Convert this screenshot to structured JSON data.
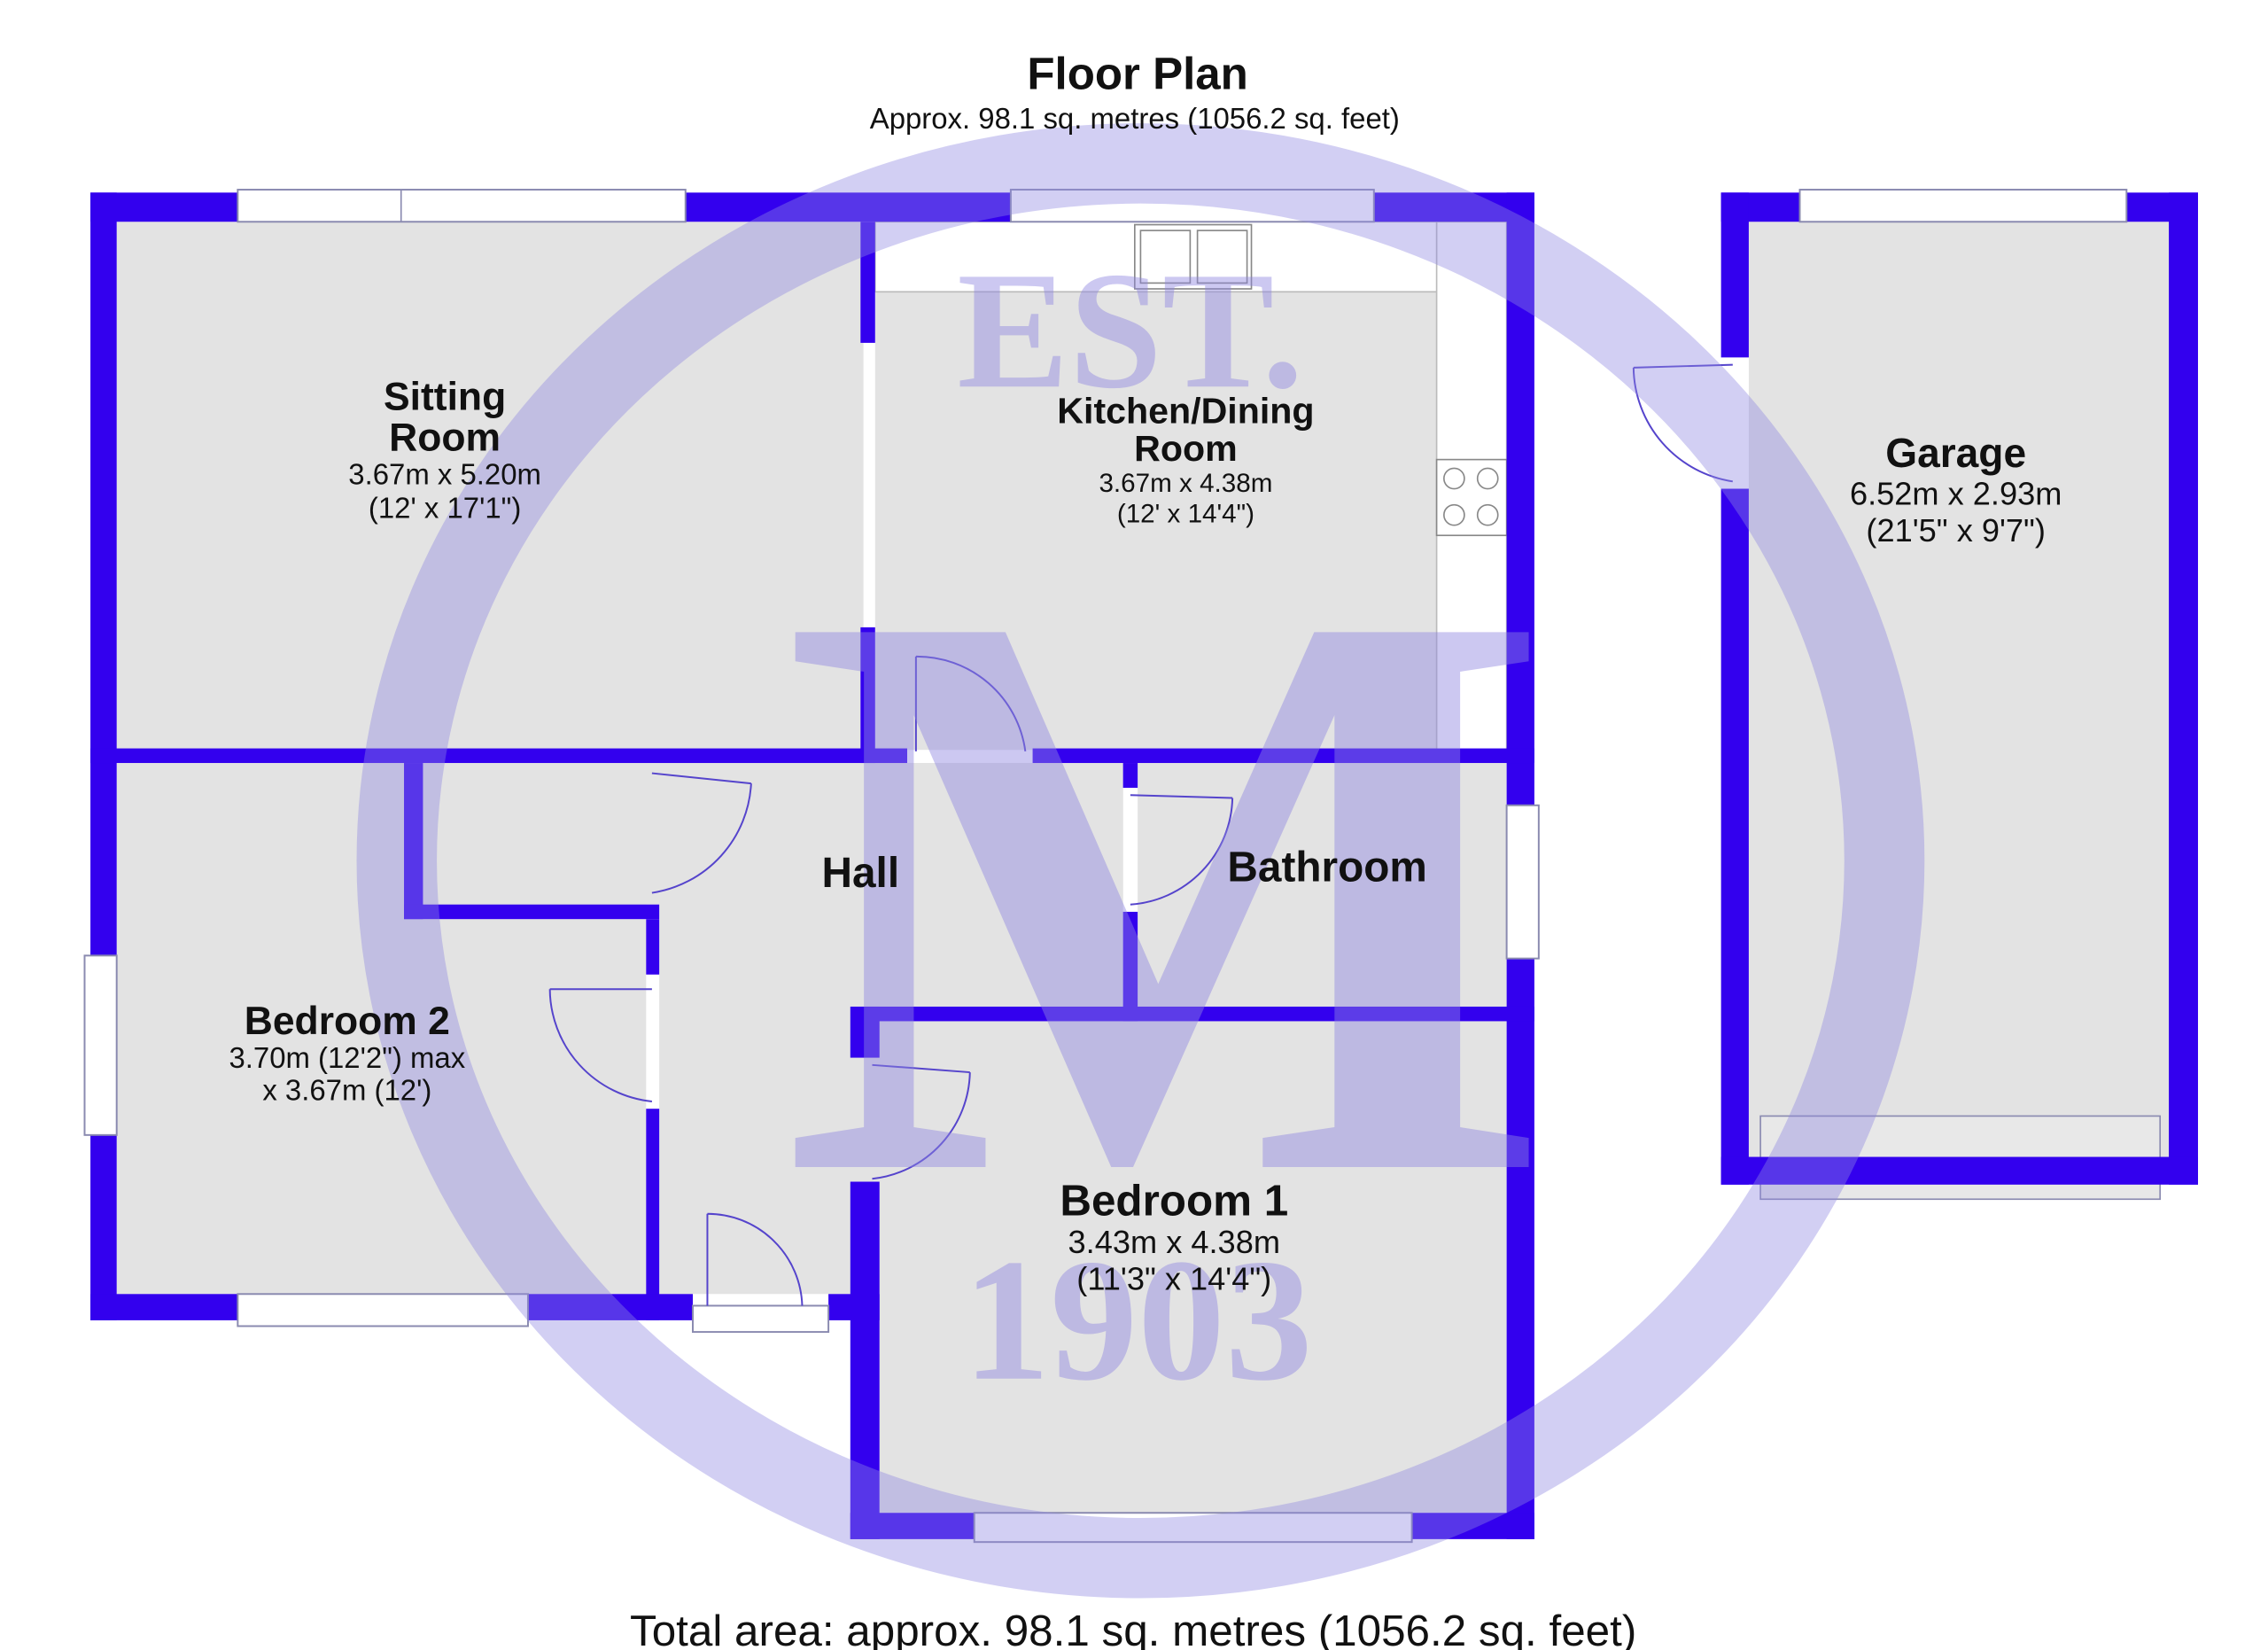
{
  "header": {
    "title": "Floor Plan",
    "subtitle": "Approx. 98.1 sq. metres (1056.2 sq. feet)"
  },
  "rooms": {
    "sitting": {
      "name1": "Sitting",
      "name2": "Room",
      "dim1": "3.67m x 5.20m",
      "dim2": "(12' x 17'1\")"
    },
    "kitchen": {
      "name1": "Kitchen/Dining",
      "name2": "Room",
      "dim1": "3.67m x 4.38m",
      "dim2": "(12' x 14'4\")"
    },
    "hall": {
      "name": "Hall"
    },
    "bathroom": {
      "name": "Bathroom"
    },
    "bedroom2": {
      "name": "Bedroom 2",
      "dim1": "3.70m (12'2\") max",
      "dim2": "x 3.67m (12')"
    },
    "bedroom1": {
      "name": "Bedroom 1",
      "dim1": "3.43m x 4.38m",
      "dim2": "(11'3\" x 14'4\")"
    },
    "garage": {
      "name": "Garage",
      "dim1": "6.52m x 2.93m",
      "dim2": "(21'5\" x 9'7\")"
    }
  },
  "watermark": {
    "top": "EST.",
    "letter": "M",
    "year": "1903"
  },
  "footer": {
    "total": "Total area: approx. 98.1 sq. metres (1056.2 sq. feet)"
  },
  "colors": {
    "wall": "#3300ee",
    "floor": "#e3e3e3",
    "watermark": "#8f86e0"
  }
}
